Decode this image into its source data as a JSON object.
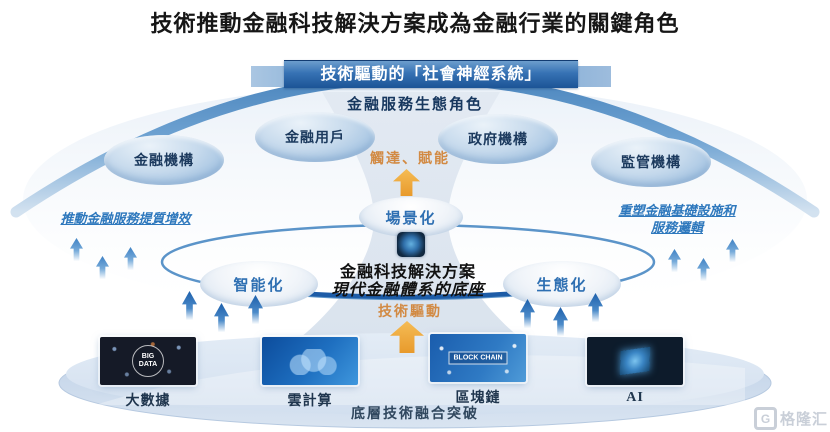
{
  "page_title": "技術推動金融科技解決方案成為金融行業的關鍵角色",
  "banner": {
    "label": "技術驅動的「社會神經系統」"
  },
  "ecosystem": {
    "heading": "金融服務生態角色",
    "roles": [
      "金融機構",
      "金融用戶",
      "政府機構",
      "監管機構"
    ]
  },
  "flows": {
    "reach_label": "觸達、賦能",
    "scenario": "場景化",
    "intelligence": "智能化",
    "ecology": "生態化",
    "tech_driven": "技術驅動"
  },
  "center": {
    "title": "金融科技解決方案",
    "subtitle": "現代金融體系的底座"
  },
  "annotations": {
    "left": "推動金融服務提質增效",
    "right_line1": "重塑金融基礎設施和",
    "right_line2": "服務邏輯"
  },
  "foundation": {
    "caption": "底層技術融合突破",
    "items": [
      {
        "label": "大數據",
        "image_text": "BIG DATA"
      },
      {
        "label": "雲計算"
      },
      {
        "label": "區塊鏈",
        "image_text": "BLOCK CHAIN"
      },
      {
        "label": "AI"
      }
    ]
  },
  "watermark": {
    "logo_letter": "G",
    "text": "格隆汇"
  },
  "colors": {
    "accent_orange": "#e1953f",
    "primary_blue": "#2e6fb2",
    "dark_navy": "#17375e",
    "platform_blue": "#d2dfef"
  }
}
